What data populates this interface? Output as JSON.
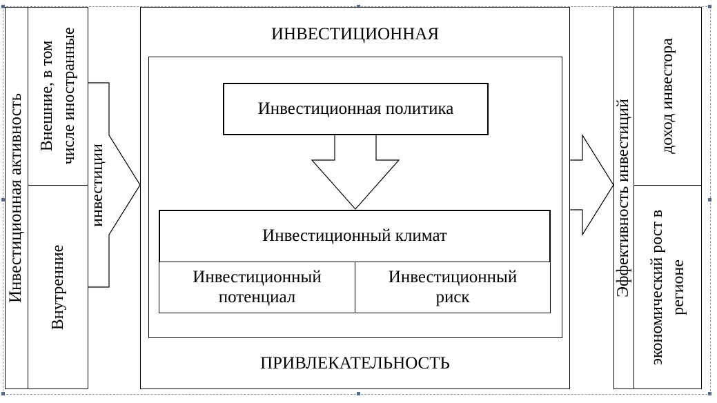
{
  "diagram": {
    "left_column": {
      "activity_label": "Инвестиционная активность",
      "external_label": "Внешние, в том\nчисле иностранные",
      "internal_label": "Внутренние",
      "investments_label": "инвестиции"
    },
    "center": {
      "top_title": "ИНВЕСТИЦИОННАЯ",
      "bottom_title": "ПРИВЛЕКАТЕЛЬНОСТЬ",
      "policy_label": "Инвестиционная политика",
      "climate_label": "Инвестиционный климат",
      "potential_label": "Инвестиционный\nпотенциал",
      "risk_label": "Инвестиционный\nриск"
    },
    "right_column": {
      "efficiency_label": "Эффективность инвестиций",
      "income_label": "доход инвестора",
      "growth_label": "экономический рост в\nрегионе"
    }
  }
}
